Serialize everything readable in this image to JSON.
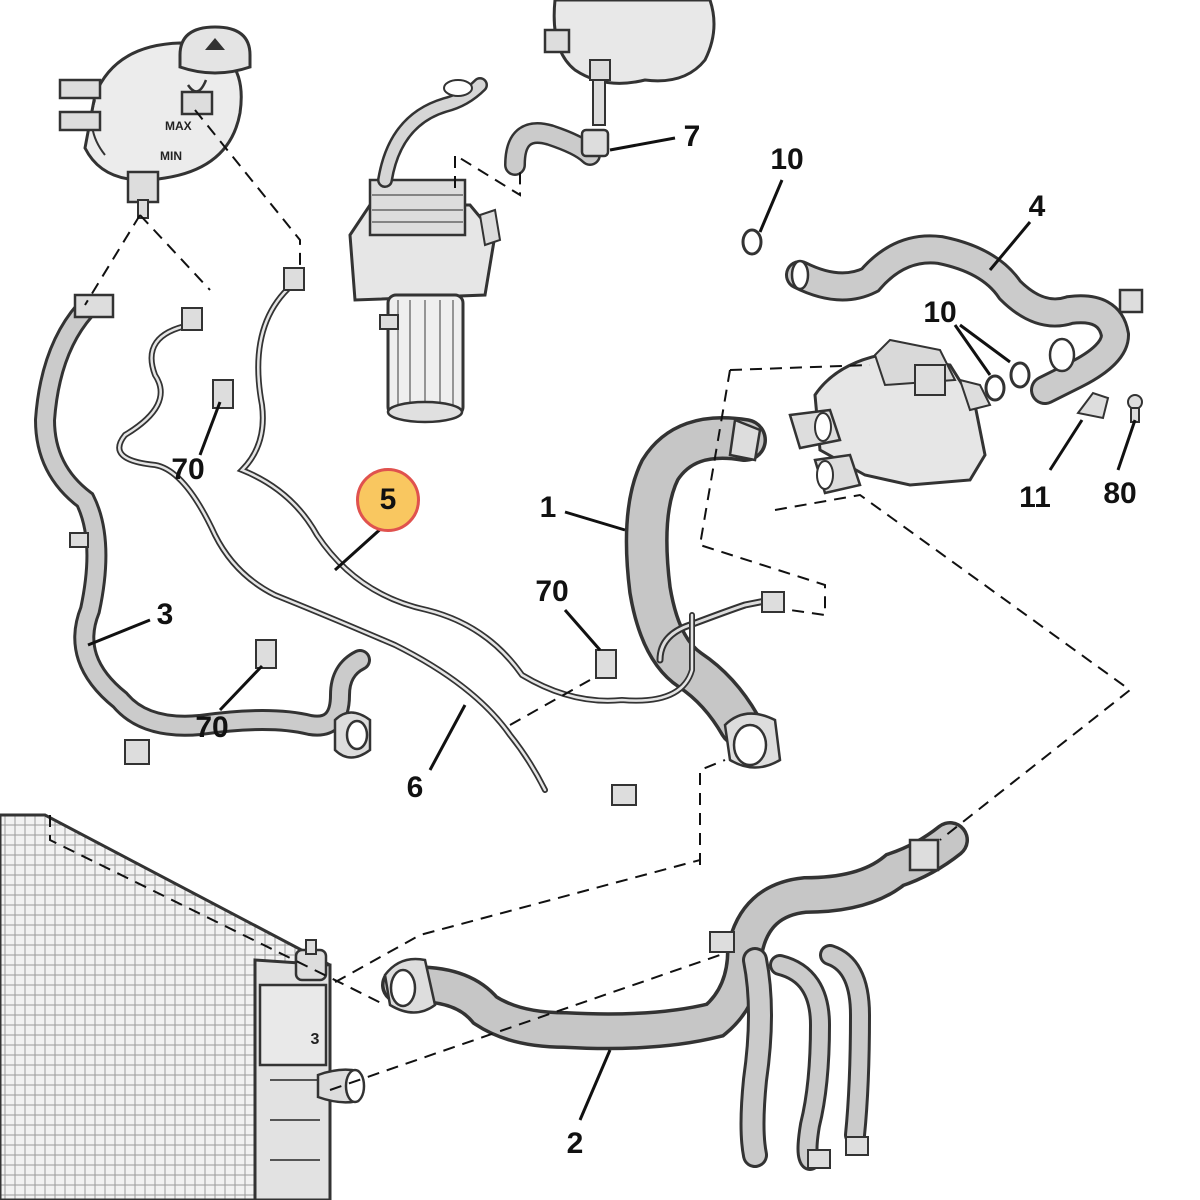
{
  "diagram": {
    "highlight_color": "#f9c760",
    "highlight_border": "#e0524e",
    "line_color": "#111111",
    "hose_fill": "#c8c8c8",
    "hose_stroke": "#3a3a3a",
    "part_fill": "#e6e6e6"
  },
  "reservoir": {
    "max_label": "MAX",
    "min_label": "MIN"
  },
  "radiator": {
    "side_label": "3"
  },
  "callouts": {
    "c7": "7",
    "c10a": "10",
    "c4": "4",
    "c10b": "10",
    "c11": "11",
    "c80": "80",
    "c70a": "70",
    "c5": "5",
    "c1": "1",
    "c3": "3",
    "c70b": "70",
    "c70c": "70",
    "c6": "6",
    "c2": "2"
  }
}
